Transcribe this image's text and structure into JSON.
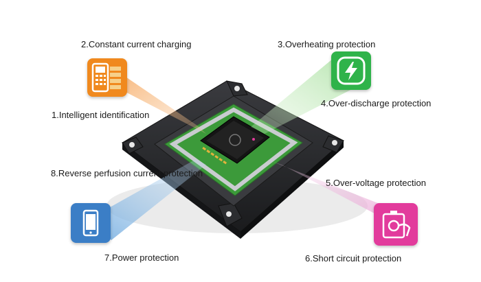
{
  "labels": {
    "intelligent_identification": "1.Intelligent identification",
    "constant_current_charging": "2.Constant current charging",
    "overheating_protection": "3.Overheating protection",
    "over_discharge_protection": "4.Over-discharge protection",
    "over_voltage_protection": "5.Over-voltage protection",
    "short_circuit_protection": "6.Short circuit protection",
    "power_protection": "7.Power protection",
    "reverse_perfusion_protection": "8.Reverse perfusion current protection"
  },
  "icons": {
    "identification": "phone-grid-icon",
    "overheating": "lightning-bolt-icon",
    "power": "smartphone-icon",
    "short_circuit": "battery-plug-icon"
  },
  "colors": {
    "orange": "#f0891e",
    "green": "#2fb34a",
    "blue": "#3b7ec6",
    "pink": "#e23b9c",
    "board": "#2a2b2e",
    "pcb": "#3c9a3a"
  }
}
